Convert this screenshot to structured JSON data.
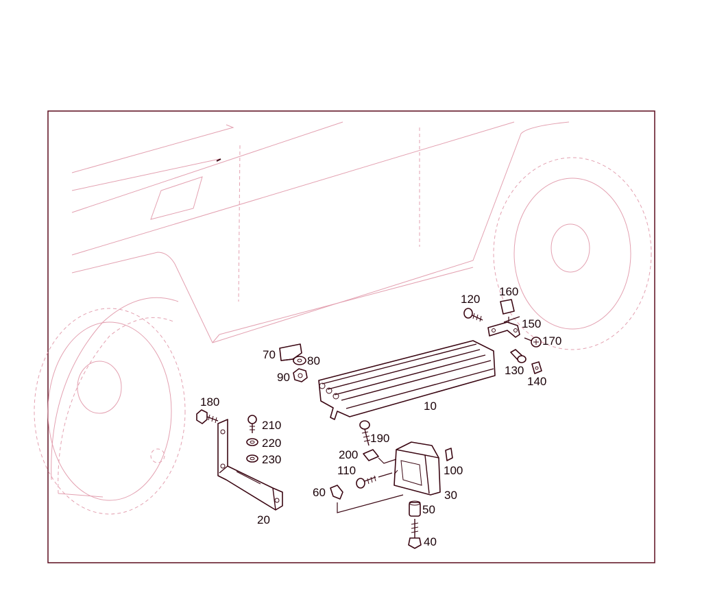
{
  "callouts": {
    "c10": "10",
    "c20": "20",
    "c30": "30",
    "c40": "40",
    "c50": "50",
    "c60": "60",
    "c70": "70",
    "c80": "80",
    "c90": "90",
    "c100": "100",
    "c110": "110",
    "c120": "120",
    "c130": "130",
    "c140": "140",
    "c150": "150",
    "c160": "160",
    "c170": "170",
    "c180": "180",
    "c190": "190",
    "c200": "200",
    "c210": "210",
    "c220": "220",
    "c230": "230"
  },
  "colors": {
    "frame": "#5a0a1c",
    "ghost_outline": "#e3a0b0",
    "part_stroke": "#3a0612",
    "label": "#1a0208"
  }
}
